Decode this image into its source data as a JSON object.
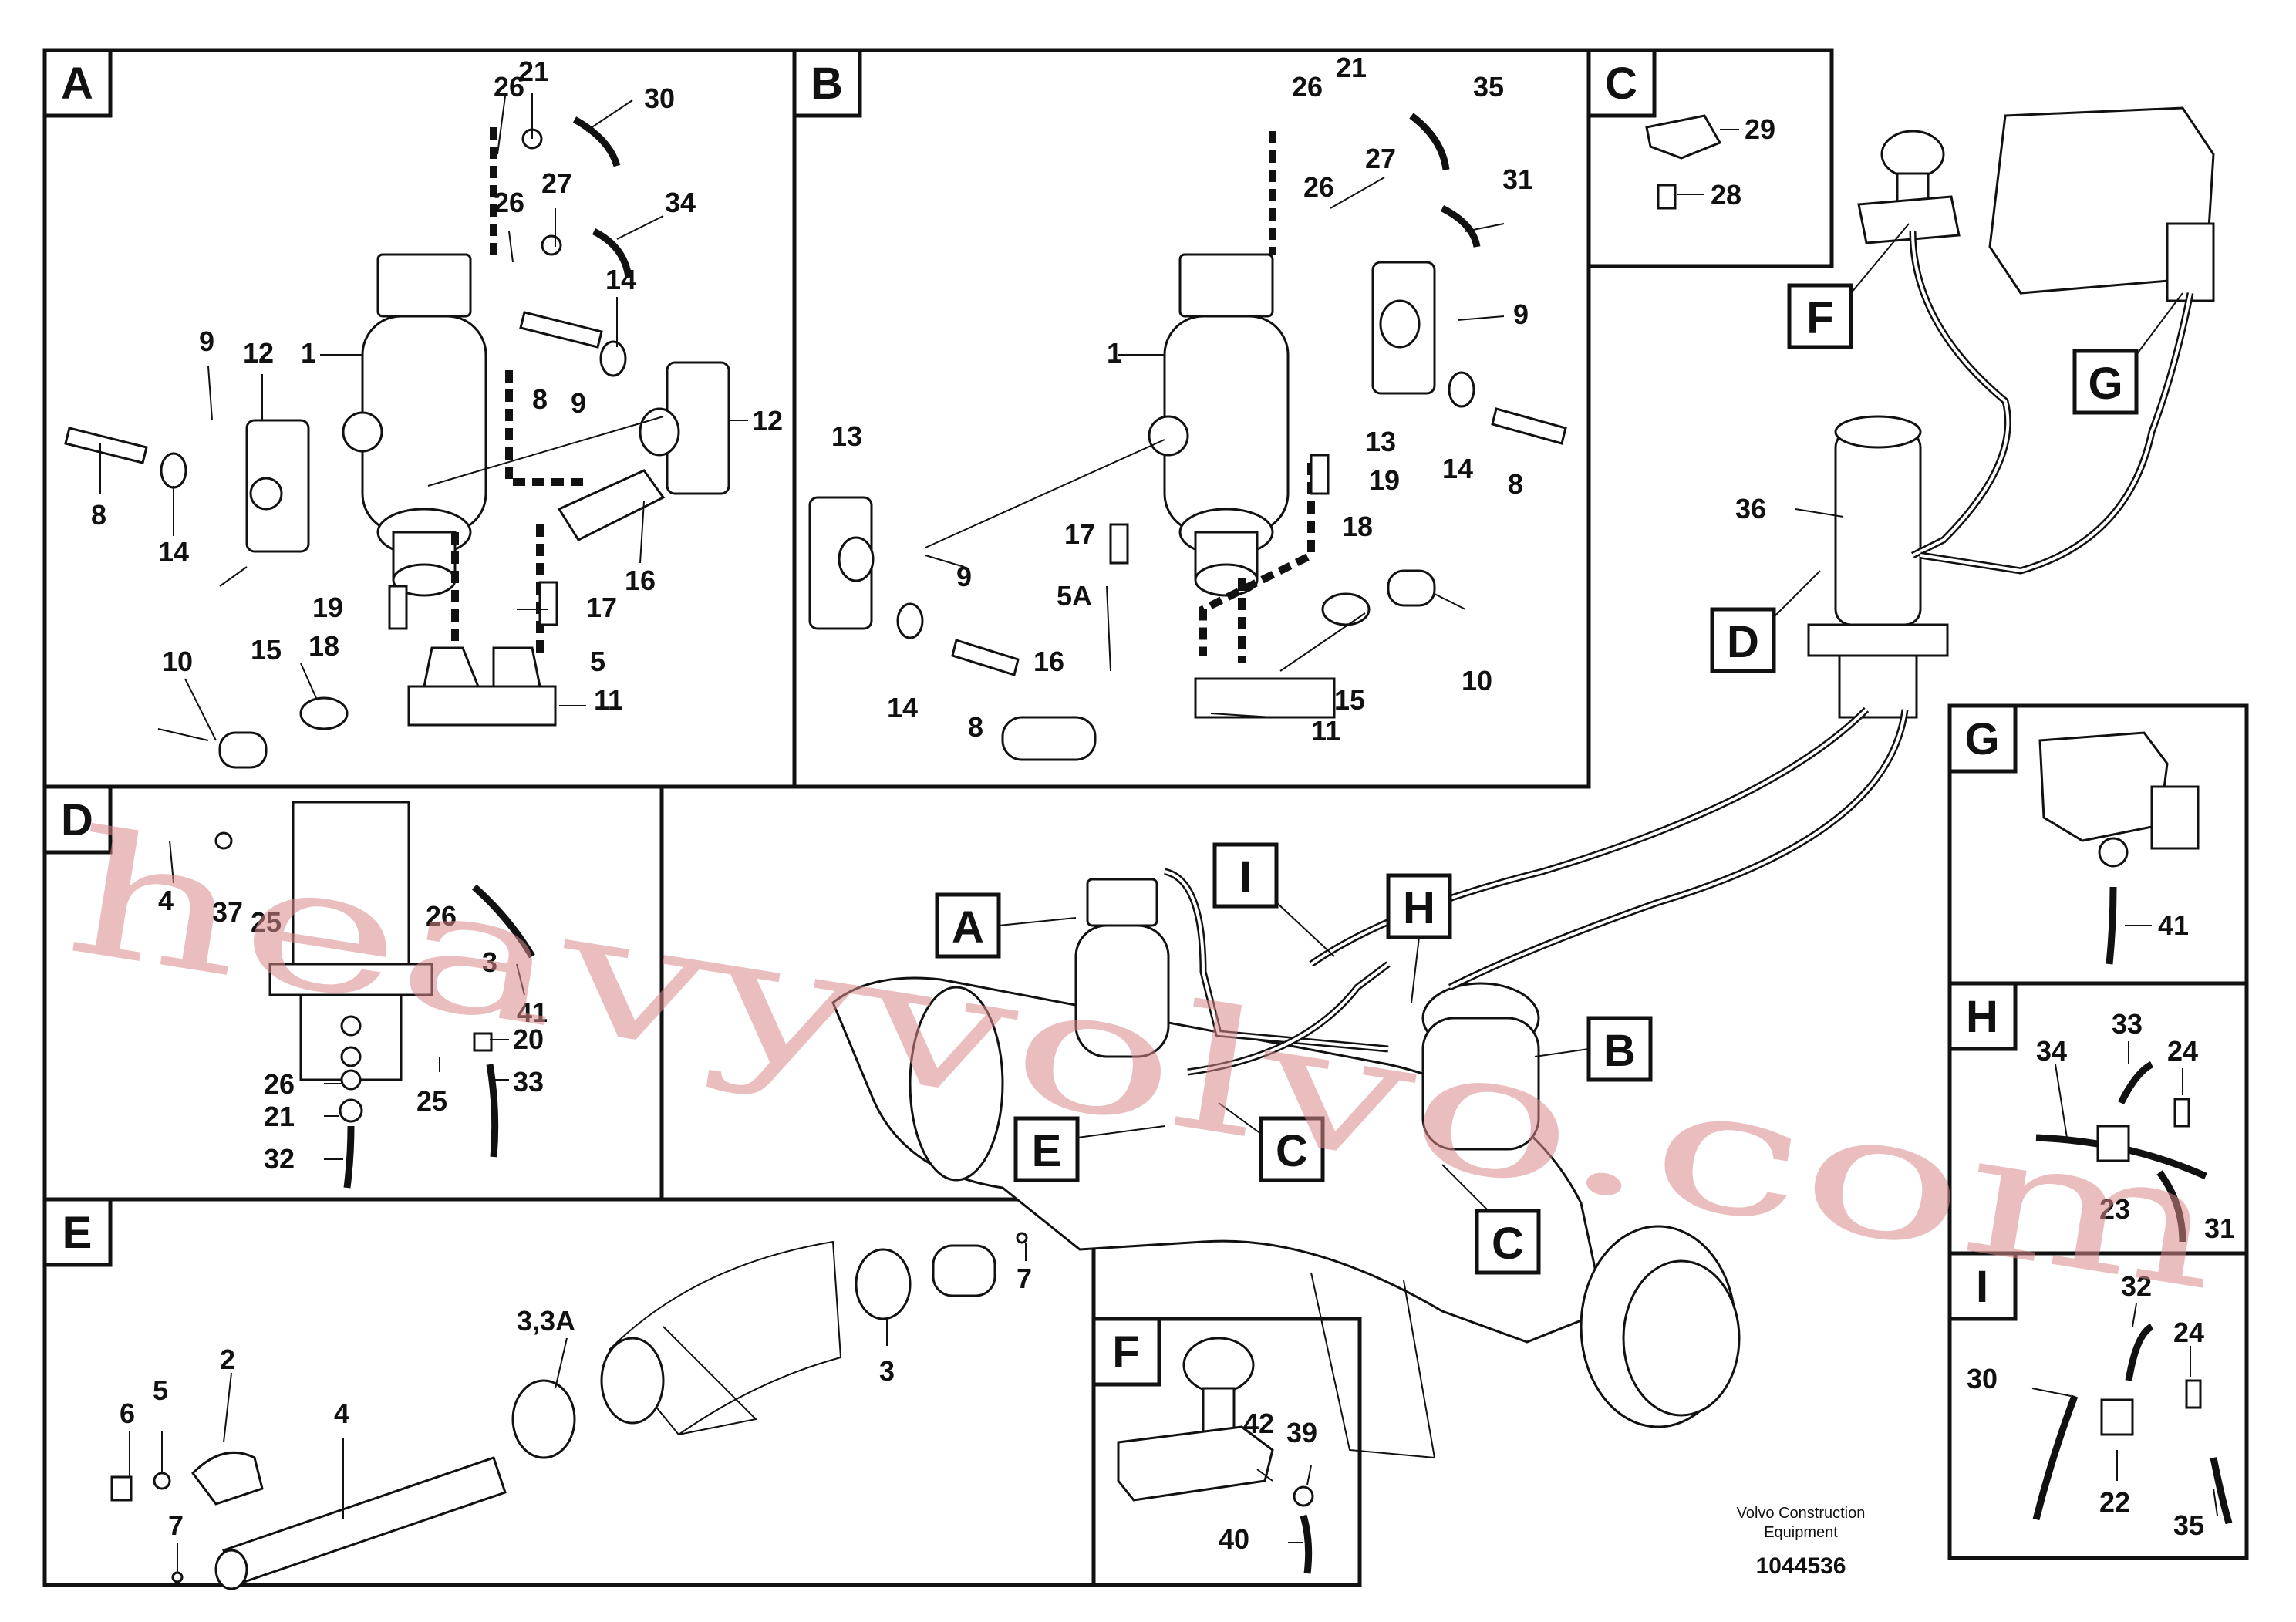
{
  "panels": {
    "A": "A",
    "B": "B",
    "C": "C",
    "D": "D",
    "E": "E",
    "F": "F",
    "G": "G",
    "H": "H",
    "I": "I"
  },
  "callouts": {
    "A": [
      "26",
      "21",
      "30",
      "26",
      "27",
      "34",
      "14",
      "9",
      "12",
      "1",
      "8",
      "9",
      "12",
      "8",
      "14",
      "16",
      "19",
      "17",
      "18",
      "5",
      "10",
      "15",
      "11"
    ],
    "B": [
      "26",
      "21",
      "35",
      "26",
      "27",
      "31",
      "9",
      "1",
      "13",
      "14",
      "8",
      "19",
      "18",
      "17",
      "13",
      "9",
      "5A",
      "14",
      "8",
      "16",
      "15",
      "10",
      "11"
    ],
    "C": [
      "29",
      "28"
    ],
    "D": [
      "4",
      "37",
      "25",
      "26",
      "3",
      "41",
      "20",
      "26",
      "25",
      "33",
      "21",
      "32"
    ],
    "E": [
      "7",
      "3,3A",
      "3",
      "2",
      "6",
      "5",
      "4",
      "7"
    ],
    "F": [
      "42",
      "39",
      "40"
    ],
    "G": [
      "41"
    ],
    "H": [
      "33",
      "34",
      "24",
      "23",
      "31"
    ],
    "I": [
      "32",
      "24",
      "30",
      "22",
      "35"
    ],
    "main": [
      "36"
    ]
  },
  "credit": {
    "line1": "Volvo Construction",
    "line2": "Equipment"
  },
  "doc_number": "1044536",
  "watermark": "heavyvolvo.com"
}
